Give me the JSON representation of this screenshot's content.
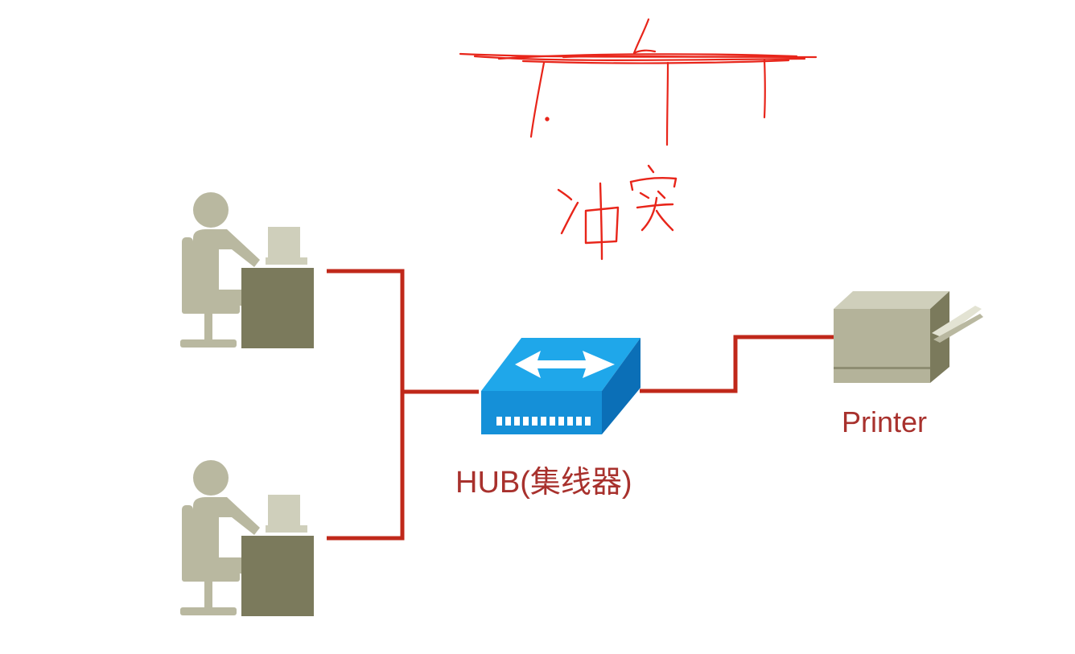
{
  "diagram": {
    "hub_label": "HUB(集线器)",
    "printer_label": "Printer",
    "annotation_text": "冲突"
  },
  "colors": {
    "link": "#c0281a",
    "annotation": "#e8251a",
    "person": "#b9b8a0",
    "desk": "#7b7a5c",
    "hub_top": "#1fa7ea",
    "hub_side": "#0b6fb7",
    "printer": "#b4b39a"
  },
  "icons": [
    "person-computer-icon",
    "person-computer-icon",
    "hub-icon",
    "printer-icon"
  ]
}
